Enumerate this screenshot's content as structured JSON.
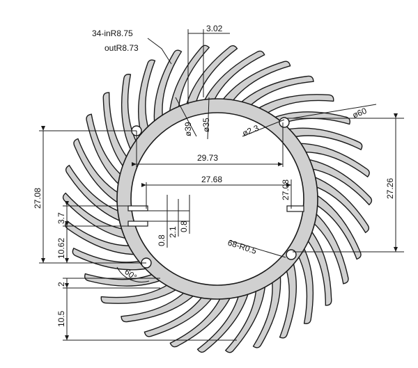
{
  "drawing": {
    "type": "technical-drawing",
    "subject": "sunflower heat sink profile",
    "colors": {
      "body_fill": "#d0d0d0",
      "outline": "#1a1a1a",
      "dimension_line": "#1a1a1a",
      "background": "#ffffff"
    },
    "fin_count": 34,
    "labels": {
      "fin_spec_1": "34-inR8.75",
      "fin_spec_2": "outR8.73",
      "top_width": "3.02",
      "dia_39": "ø39",
      "dia_35": "ø35",
      "hole_dia": "ø2.3",
      "outer_dia": "ø60",
      "width_upper": "29.73",
      "width_lower": "27.68",
      "height_left": "27.08",
      "height_right": "27.26",
      "height_inner": "27.08",
      "dim_3_7": "3.7",
      "dim_0_8a": "0.8",
      "dim_2_1": "2.1",
      "dim_0_8b": "0.8",
      "dim_10_62": "10.62",
      "dim_2": "2",
      "dim_10_5": "10.5",
      "angle_60": "60°",
      "corner_radius": "68-R0.5"
    }
  }
}
